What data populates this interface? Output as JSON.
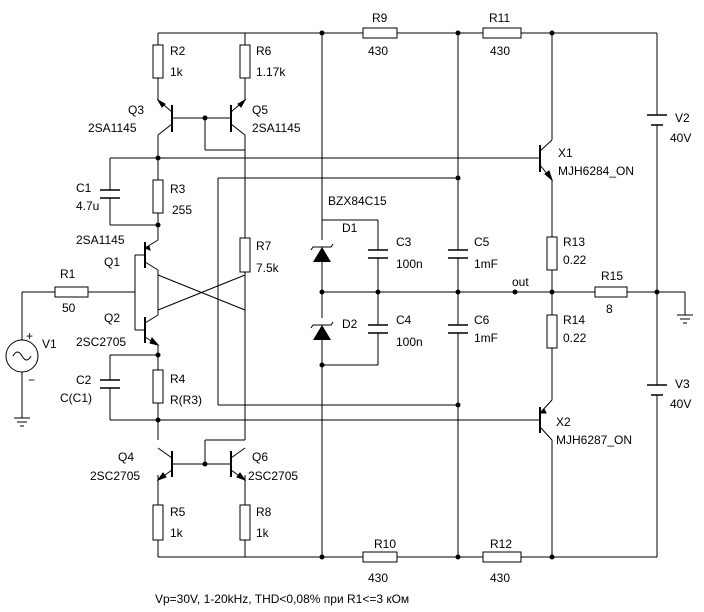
{
  "components": {
    "R9": {
      "name": "R9",
      "value": "430"
    },
    "R11": {
      "name": "R11",
      "value": "430"
    },
    "R2": {
      "name": "R2",
      "value": "1k"
    },
    "R6": {
      "name": "R6",
      "value": "1.17k"
    },
    "Q3": {
      "name": "Q3",
      "model": "2SA1145"
    },
    "Q5": {
      "name": "Q5",
      "model": "2SA1145"
    },
    "C1": {
      "name": "C1",
      "value": "4.7u"
    },
    "R3": {
      "name": "R3",
      "value": "255"
    },
    "Q1": {
      "name": "Q1",
      "model": "2SA1145"
    },
    "R7": {
      "name": "R7",
      "value": "7.5k"
    },
    "D1": {
      "name": "D1",
      "model": "BZX84C15"
    },
    "C3": {
      "name": "C3",
      "value": "100n"
    },
    "C5": {
      "name": "C5",
      "value": "1mF"
    },
    "R1": {
      "name": "R1",
      "value": "50"
    },
    "Q2": {
      "name": "Q2",
      "model": "2SC2705"
    },
    "D2": {
      "name": "D2"
    },
    "C4": {
      "name": "C4",
      "value": "100n"
    },
    "C6": {
      "name": "C6",
      "value": "1mF"
    },
    "V1": {
      "name": "V1",
      "plus": "+",
      "minus": "−"
    },
    "C2": {
      "name": "C2",
      "value": "C(C1)"
    },
    "R4": {
      "name": "R4",
      "value": "R(R3)"
    },
    "Q4": {
      "name": "Q4",
      "model": "2SC2705"
    },
    "Q6": {
      "name": "Q6",
      "model": "2SC2705"
    },
    "R5": {
      "name": "R5",
      "value": "1k"
    },
    "R8": {
      "name": "R8",
      "value": "1k"
    },
    "R10": {
      "name": "R10",
      "value": "430"
    },
    "R12": {
      "name": "R12",
      "value": "430"
    },
    "X1": {
      "name": "X1",
      "model": "MJH6284_ON"
    },
    "X2": {
      "name": "X2",
      "model": "MJH6287_ON"
    },
    "R13": {
      "name": "R13",
      "value": "0.22"
    },
    "R14": {
      "name": "R14",
      "value": "0.22"
    },
    "R15": {
      "name": "R15",
      "value": "8"
    },
    "V2": {
      "name": "V2",
      "value": "40V"
    },
    "V3": {
      "name": "V3",
      "value": "40V"
    }
  },
  "nets": {
    "out": "out"
  },
  "caption": "Vp=30V, 1-20kHz, THD<0,08% при R1<=3 кОм"
}
